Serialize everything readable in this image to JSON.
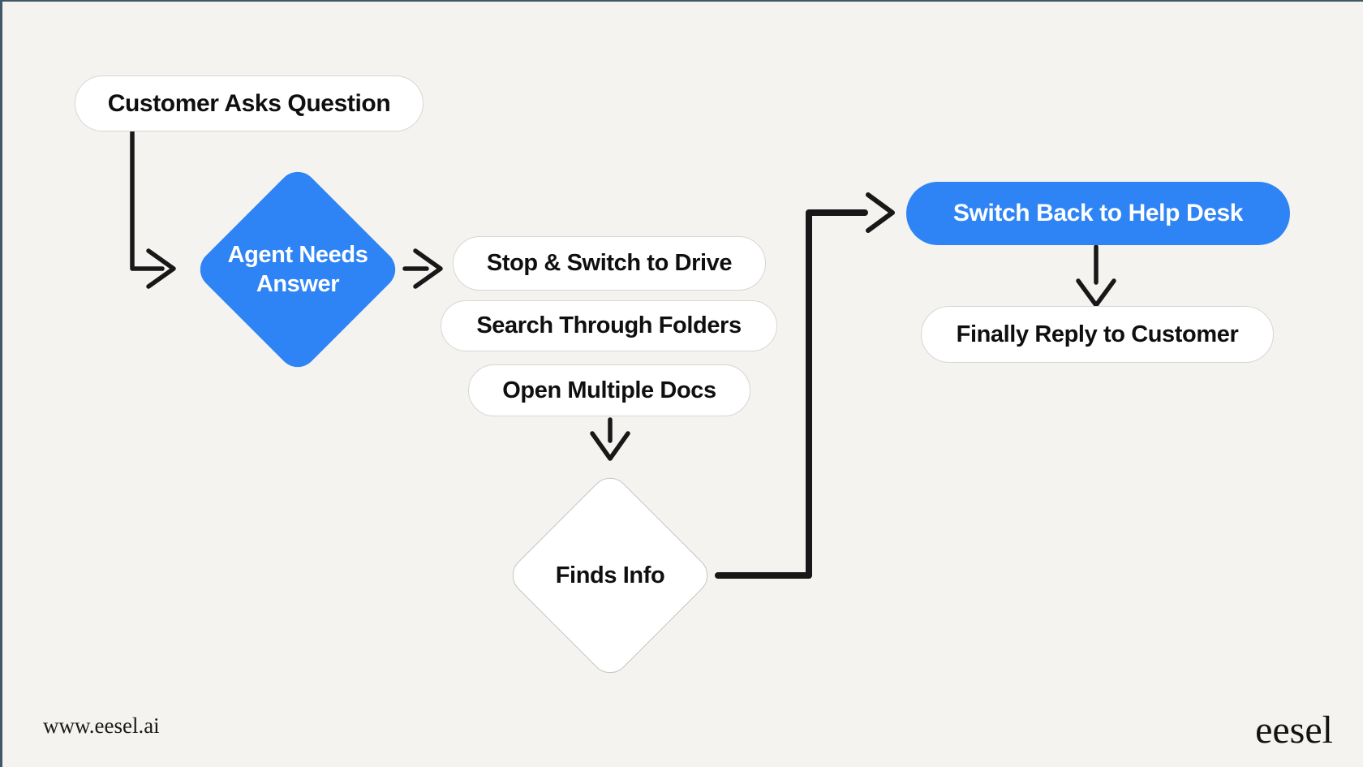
{
  "canvas": {
    "background": "#f4f3f0",
    "frame_line_color": "#3f5a66"
  },
  "colors": {
    "accent_blue": "#2e84f5",
    "node_fill": "#ffffff",
    "node_border": "#d7d6d3",
    "diamond_border": "#c6c6c4",
    "arrow": "#181818",
    "text_dark": "#0f0f0f",
    "text_on_blue": "#ffffff"
  },
  "flowchart": {
    "nodes": [
      {
        "id": "customer-asks-question",
        "type": "pill",
        "variant": "light",
        "label": "Customer Asks Question"
      },
      {
        "id": "agent-needs-answer",
        "type": "diamond",
        "variant": "blue",
        "label": "Agent Needs Answer"
      },
      {
        "id": "stop-switch-to-drive",
        "type": "pill",
        "variant": "light",
        "label": "Stop & Switch to Drive"
      },
      {
        "id": "search-through-folders",
        "type": "pill",
        "variant": "light",
        "label": "Search Through Folders"
      },
      {
        "id": "open-multiple-docs",
        "type": "pill",
        "variant": "light",
        "label": "Open Multiple Docs"
      },
      {
        "id": "finds-info",
        "type": "diamond",
        "variant": "light",
        "label": "Finds Info"
      },
      {
        "id": "switch-back-to-help-desk",
        "type": "pill",
        "variant": "blue",
        "label": "Switch Back to Help Desk"
      },
      {
        "id": "finally-reply-to-customer",
        "type": "pill",
        "variant": "light",
        "label": "Finally Reply to Customer"
      }
    ],
    "edges": [
      {
        "from": "customer-asks-question",
        "to": "agent-needs-answer"
      },
      {
        "from": "agent-needs-answer",
        "to": "stop-switch-to-drive"
      },
      {
        "from": "open-multiple-docs",
        "to": "finds-info"
      },
      {
        "from": "finds-info",
        "to": "switch-back-to-help-desk"
      },
      {
        "from": "switch-back-to-help-desk",
        "to": "finally-reply-to-customer"
      }
    ]
  },
  "footer": {
    "website_url": "www.eesel.ai",
    "brand_logo_text": "eesel"
  }
}
